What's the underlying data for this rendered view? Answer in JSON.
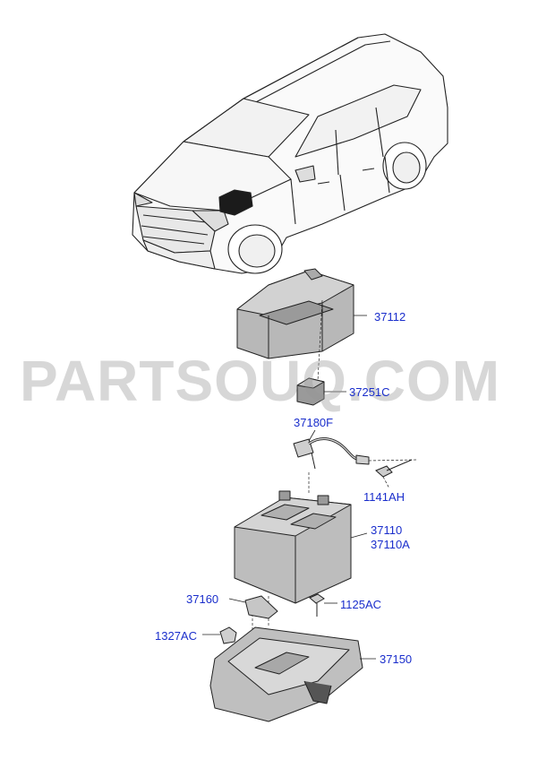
{
  "watermark": "PARTSOUQ.COM",
  "colors": {
    "label": "#1a2ecc",
    "line": "#222222",
    "part_fill": "#c8c8c8",
    "part_dark": "#3a3a3a",
    "watermark": "#969696"
  },
  "labels": {
    "p37112": "37112",
    "p37251c": "37251C",
    "p37180f": "37180F",
    "p1141ah": "1141AH",
    "p37110": "37110",
    "p37110a": "37110A",
    "p37160": "37160",
    "p1125ac": "1125AC",
    "p1327ac": "1327AC",
    "p37150": "37150"
  }
}
